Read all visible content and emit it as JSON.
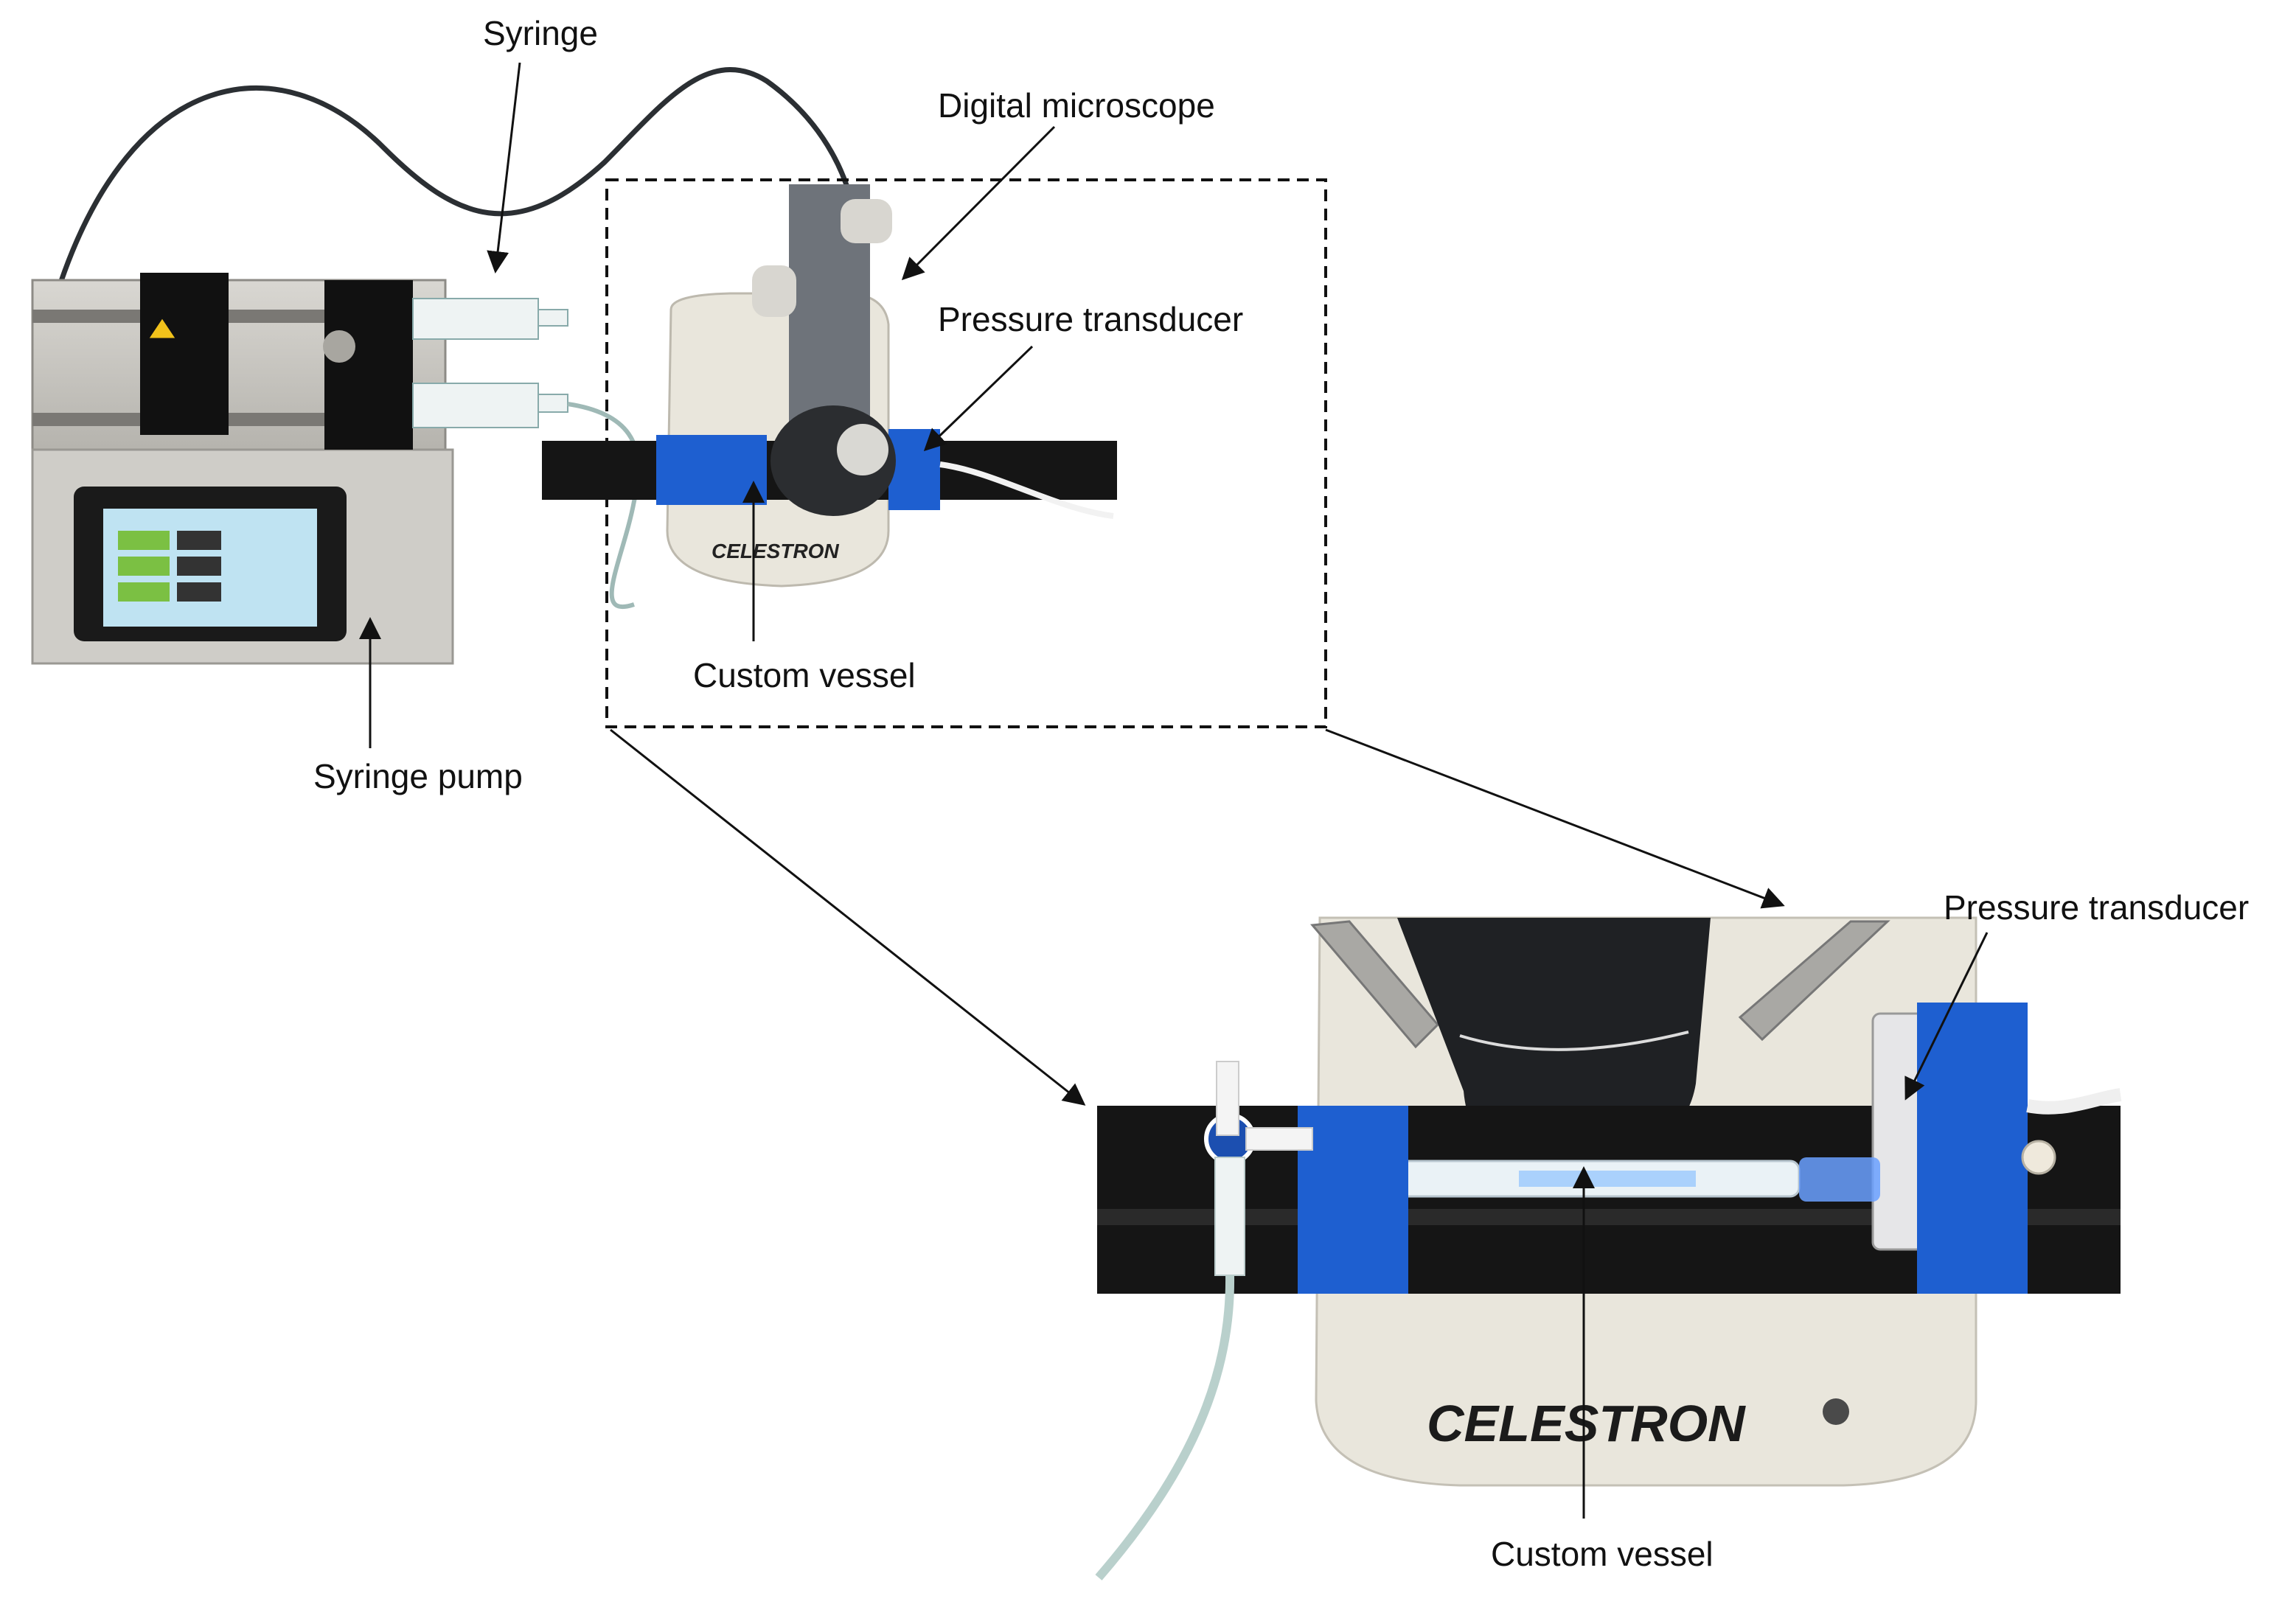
{
  "labels": {
    "syringe": "Syringe",
    "digital_microscope": "Digital microscope",
    "pressure_transducer_top": "Pressure transducer",
    "custom_vessel_top": "Custom vessel",
    "syringe_pump": "Syringe pump",
    "pressure_transducer_zoom": "Pressure transducer",
    "custom_vessel_zoom": "Custom vessel"
  },
  "logos": {
    "microscope_base_small": "CELESTRON",
    "microscope_base_zoom": "CELESTRON"
  },
  "colors": {
    "tape_blue": "#1e5fd0",
    "pump_body": "#c9c7c2",
    "black_rail": "#151515",
    "base_cream": "#e9e6dc"
  }
}
